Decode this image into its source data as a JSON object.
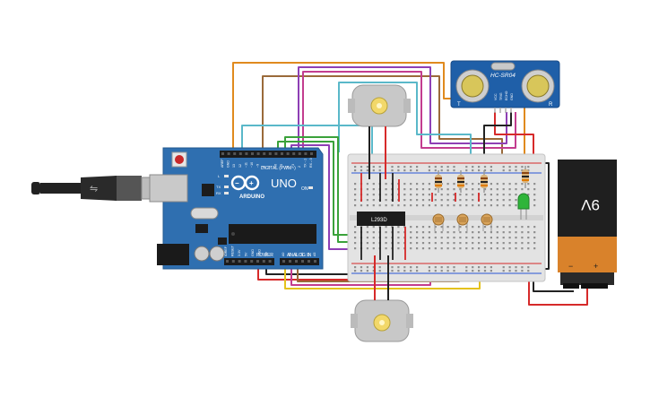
{
  "arduino": {
    "logo_text": "ARDUINO",
    "model": "UNO",
    "digital_label": "DIGITAL (PWM~)",
    "power_label": "POWER",
    "analog_label": "ANALOG IN",
    "led_labels": [
      "L",
      "TX",
      "RX"
    ],
    "on_label": "ON",
    "digital_pins": [
      "AREF",
      "GND",
      "13",
      "12",
      "~11",
      "~10",
      "~9",
      "8",
      "7",
      "~6",
      "~5",
      "4",
      "~3",
      "2",
      "TX→1",
      "RX←0"
    ],
    "power_pins": [
      "IOREF",
      "RESET",
      "3.3V",
      "5V",
      "GND",
      "GND",
      "Vin"
    ],
    "analog_pins": [
      "A0",
      "A1",
      "A2",
      "A3",
      "A4",
      "A5"
    ]
  },
  "sensor": {
    "label": "HC-SR04",
    "pin_labels": [
      "VCC",
      "TRIG",
      "ECHO",
      "GND"
    ],
    "side_left": "T",
    "side_right": "R"
  },
  "driver_ic": {
    "label": "L293D"
  },
  "battery": {
    "label": "9V",
    "minus": "−",
    "plus": "+"
  },
  "colors": {
    "board": "#2f6fb0",
    "breadboard": "#e3e3e3",
    "wire_orange": "#e08a1e",
    "wire_purple": "#8e3fb5",
    "wire_cyan": "#5ab8c9",
    "wire_red": "#d62a2a",
    "wire_black": "#222222",
    "wire_green": "#3aa23a",
    "wire_yellow": "#e4c21c",
    "wire_brown": "#9a6a3a",
    "wire_magenta": "#c33d8f",
    "led_green": "#2fb53a",
    "battery_top": "#1f1f1f",
    "battery_bottom": "#d9822b"
  }
}
